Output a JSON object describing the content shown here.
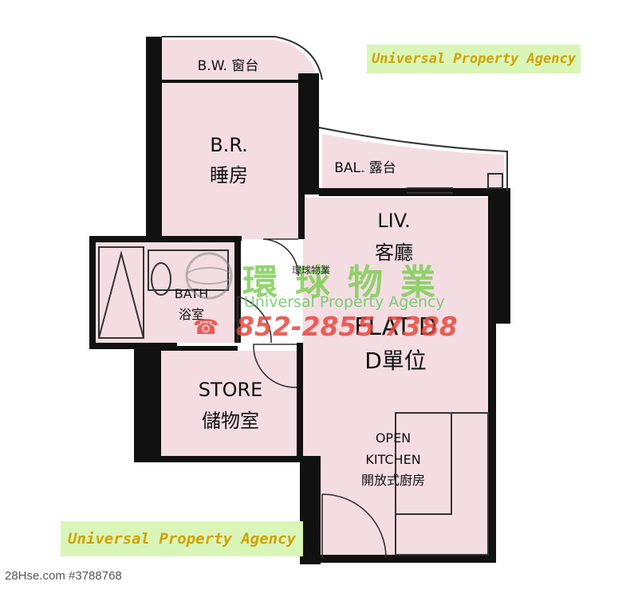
{
  "rooms": {
    "bay_window": "B.W. 窗台",
    "bedroom_en": "B.R.",
    "bedroom_cn": "睡房",
    "balcony": "BAL. 露台",
    "living_en": "LIV.",
    "living_cn": "客廳",
    "bath_en": "BATH",
    "bath_cn": "浴室",
    "flat_en": "FLAT D",
    "flat_cn": "D單位",
    "store_en": "STORE",
    "store_cn": "儲物室",
    "kitchen_en_1": "OPEN",
    "kitchen_en_2": "KITCHEN",
    "kitchen_cn": "開放式廚房"
  },
  "watermark": {
    "banner_top": "Universal Property Agency",
    "banner_bottom": "Universal Property Agency",
    "cn": "環球物業",
    "small_cn": "環球物業",
    "en": "Universal Property Agency",
    "phone": "852-2855 7388"
  },
  "footer": "28Hse.com #3788768",
  "colors": {
    "room_fill": "#f4dde2",
    "wall": "#111111",
    "banner_bg": "#d9f5b8",
    "banner_text": "#d2a200"
  }
}
